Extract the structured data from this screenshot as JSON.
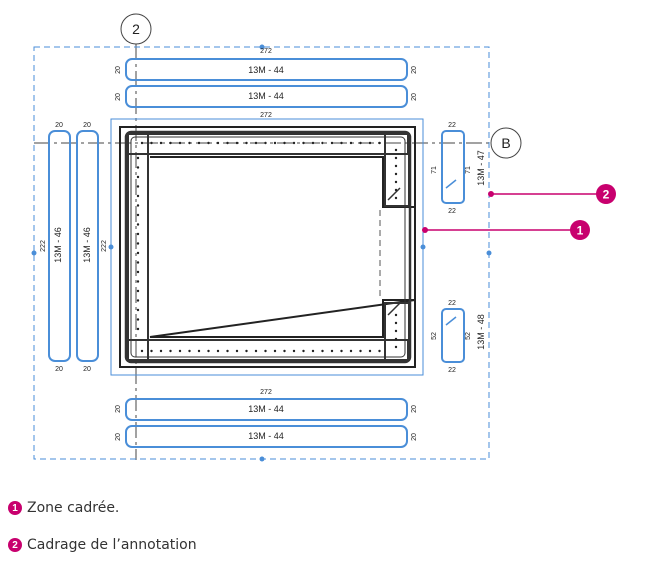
{
  "grid": {
    "vertical_label": "2",
    "horizontal_label": "B"
  },
  "dims": {
    "top_outer": "272",
    "top_inner": "272",
    "bottom": "272",
    "left_height": "222",
    "inner_left_height": "222",
    "small": "20",
    "small22": "22",
    "d71": "71",
    "d52": "52"
  },
  "bars": {
    "top1": "13M - 44",
    "top2": "13M - 44",
    "bottom1": "13M - 44",
    "bottom2": "13M - 44",
    "left1": "13M - 46",
    "left2": "13M - 46",
    "right_upper": "13M - 47",
    "right_lower": "13M - 48"
  },
  "callouts": [
    {
      "number": "1"
    },
    {
      "number": "2"
    }
  ],
  "legend": [
    {
      "number": "1",
      "text": "Zone cadrée."
    },
    {
      "number": "2",
      "text": "Cadrage de l’annotation"
    }
  ],
  "colors": {
    "annotation": "#4a8ed8",
    "accent": "#c8006e",
    "line": "#222222"
  }
}
